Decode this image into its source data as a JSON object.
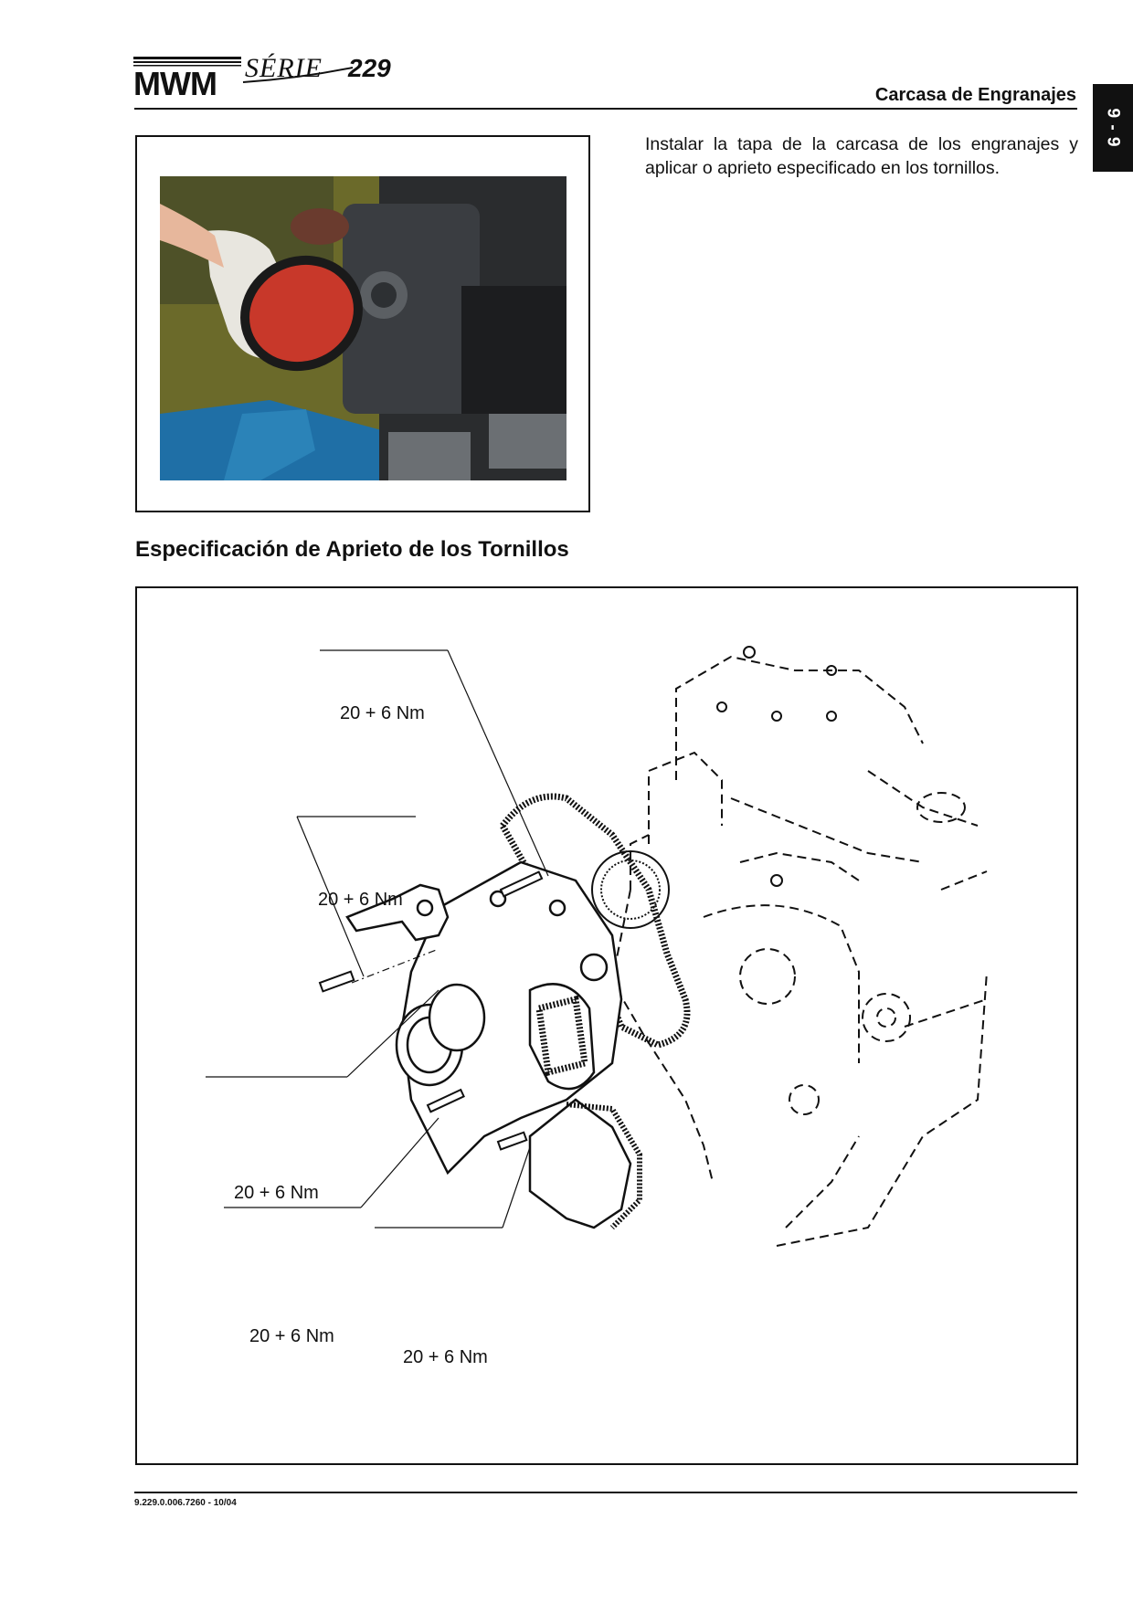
{
  "header": {
    "brand": "MWM",
    "series": "SÉRIE 229",
    "section_title": "Carcasa de Engranajes",
    "page_tab": "9 - 9"
  },
  "photo": {
    "subject": "hand-installing-gear-housing-cover"
  },
  "instruction_text": "Instalar la tapa de la carcasa de los engranajes y aplicar o aprieto especificado en los tornillos.",
  "spec_heading": "Especificación de Aprieto de los Tornillos",
  "diagram": {
    "torque_labels": [
      "20 + 6 Nm",
      "20 + 6 Nm",
      "20 + 6 Nm",
      "20 + 6 Nm",
      "20 + 6 Nm"
    ]
  },
  "footer": {
    "doc_code": "9.229.0.006.7260  -  10/04"
  },
  "colors": {
    "ink": "#111111",
    "cover_red": "#c8382a",
    "bench_blue": "#1f6fa6",
    "background_green": "#6b6a2a"
  }
}
